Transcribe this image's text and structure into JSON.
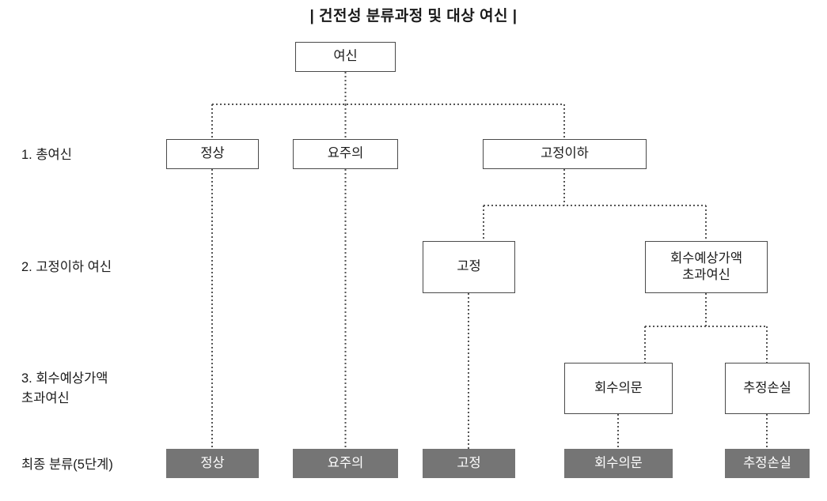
{
  "diagram": {
    "title": "| 건전성 분류과정 및 대상 여신 |",
    "accent_color": "#757575",
    "box_border_color": "#4a4a4a",
    "connector_color": "#555555",
    "root": {
      "label": "여신"
    },
    "row_labels": [
      {
        "id": "row-1",
        "text": "1. 총여신"
      },
      {
        "id": "row-2",
        "text": "2. 고정이하 여신"
      },
      {
        "id": "row-3",
        "text": "3. 회수예상가액\n    초과여신"
      },
      {
        "id": "row-final",
        "text": "최종 분류(5단계)"
      }
    ],
    "level1": [
      {
        "id": "jeongsang",
        "label": "정상"
      },
      {
        "id": "yojuui",
        "label": "요주의"
      },
      {
        "id": "gojeongihawa",
        "label": "고정이하"
      }
    ],
    "level2": [
      {
        "id": "gojeong",
        "label": "고정"
      },
      {
        "id": "chogwa",
        "label": "회수예상가액\n초과여신"
      }
    ],
    "level3": [
      {
        "id": "hoesuuimun",
        "label": "회수의문"
      },
      {
        "id": "chujeongsonsil",
        "label": "추정손실"
      }
    ],
    "final": [
      {
        "id": "final-jeongsang",
        "label": "정상"
      },
      {
        "id": "final-yojuui",
        "label": "요주의"
      },
      {
        "id": "final-gojeong",
        "label": "고정"
      },
      {
        "id": "final-hoesuuimun",
        "label": "회수의문"
      },
      {
        "id": "final-chujeongsonsil",
        "label": "추정손실"
      }
    ]
  }
}
